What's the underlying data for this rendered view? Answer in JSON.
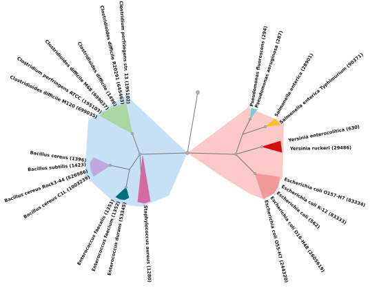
{
  "clades": {
    "gram_positive": {
      "region_color": "#c6e0f5",
      "leaves": {
        "c_difficile_m120": "Clostridioides difficile M120 (699035)",
        "c_perfringens_atcc": "Clostridium perfringens ATCC (195103)",
        "c_difficile_m68": "Clostridioides difficile M68 (699037)",
        "c_difficile_1496": "Clostridioides difficile (1496)",
        "c_difficile_r20291": "Clostridioides difficile R20291 (645463)",
        "c_perfringens_str13": "Clostridium perfringens str. 13 (195102)",
        "b_cereus": "Bacillus cereus (1396)",
        "b_subtilis": "Bacillus subtilis (1423)",
        "b_cereus_rock3": "Bacillus cereus Rock3-44 (526986)",
        "b_cereus_c1l": "Bacillus cereus C1L (1003239)",
        "e_faecalis": "Enterococcus faecalis (1351)",
        "e_faecium": "Enterococcus faecium (1352)",
        "e_durans": "Enterococcus durans (53345)",
        "s_aureus": "Staphylococcus aureus (1280)"
      },
      "subclade_colors": {
        "clostridia": "#a8d8a0",
        "bacillus": "#c0a8e0",
        "enterococcus": "#006f7a",
        "staphylococcus": "#d36aa6"
      }
    },
    "gram_negative": {
      "region_color": "#fbc9c9",
      "leaves": {
        "p_fluorescens": "Pseudomonas fluorescens (294)",
        "p_aeruginosa": "Pseudomonas aeruginosa (287)",
        "s_enterica": "Salmonella enterica (28901)",
        "s_typhimurium": "Salmonella enterica Typhimurium (90371)",
        "y_enterocolitica": "Yersinia enterocolitica (630)",
        "y_ruckeri": "Yersinia ruckeri (29486)",
        "e_coli_o157": "Escherichia coli O157-H7 (83334)",
        "e_coli_k12": "Escherichia coli K-12 (83333)",
        "e_coli_562": "Escherichia coli (562)",
        "e_coli_o16": "Escherichia coli O16-H48 (2605619)",
        "e_coli_o55": "Escherichia coli O55-H7 (244320)"
      },
      "subclade_colors": {
        "pseudomonas": "#7ccbd0",
        "salmonella": "#f7c21a",
        "yersinia": "#d40f0f",
        "escherichia": "#f29a9a"
      }
    }
  }
}
